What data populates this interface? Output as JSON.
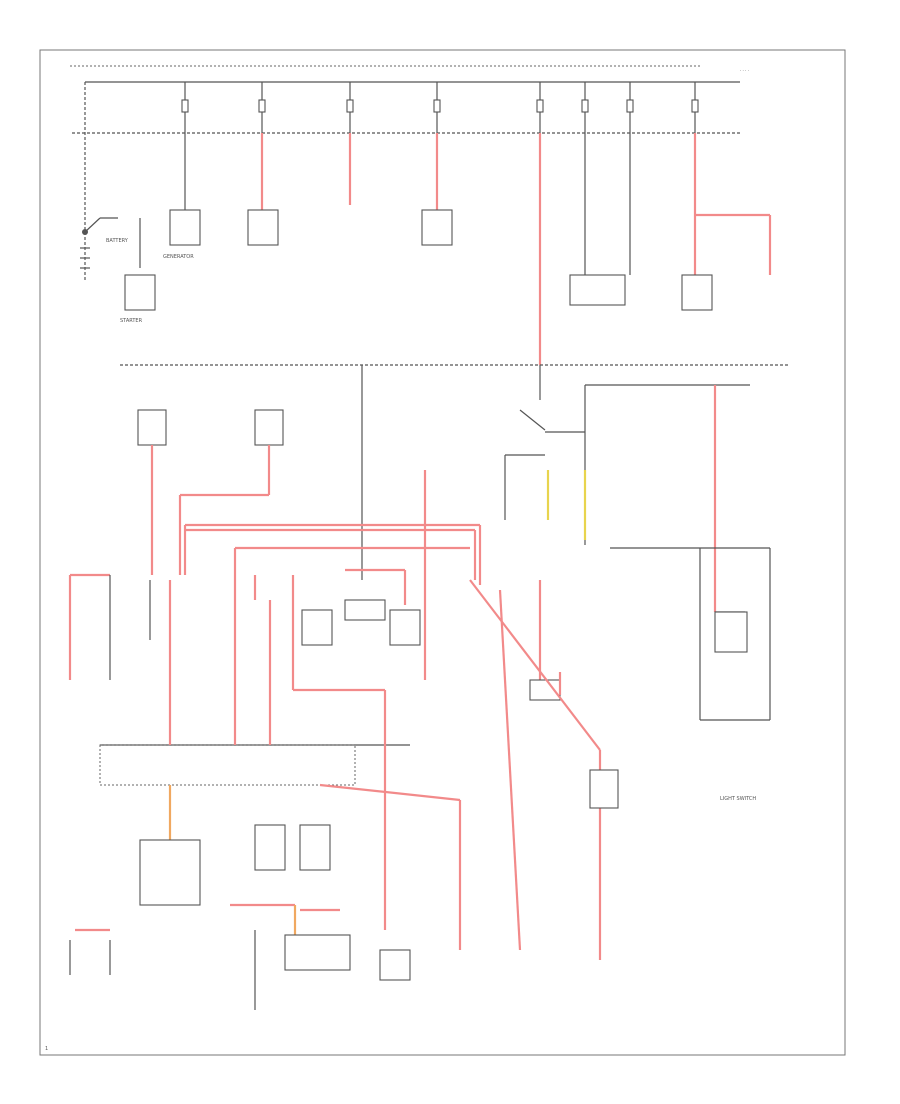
{
  "diagram": {
    "title": "Power Distribution Wiring Diagram",
    "labels": {
      "battery": "BATTERY",
      "starter": "STARTER",
      "generator": "GENERATOR",
      "light_switch": "LIGHT SWITCH",
      "page_number": "1"
    },
    "colors": {
      "line": "#555555",
      "highlight_red": "#f28a8a",
      "highlight_yellow": "#e8d44d",
      "highlight_orange": "#f0a860",
      "background": "#ffffff"
    }
  }
}
